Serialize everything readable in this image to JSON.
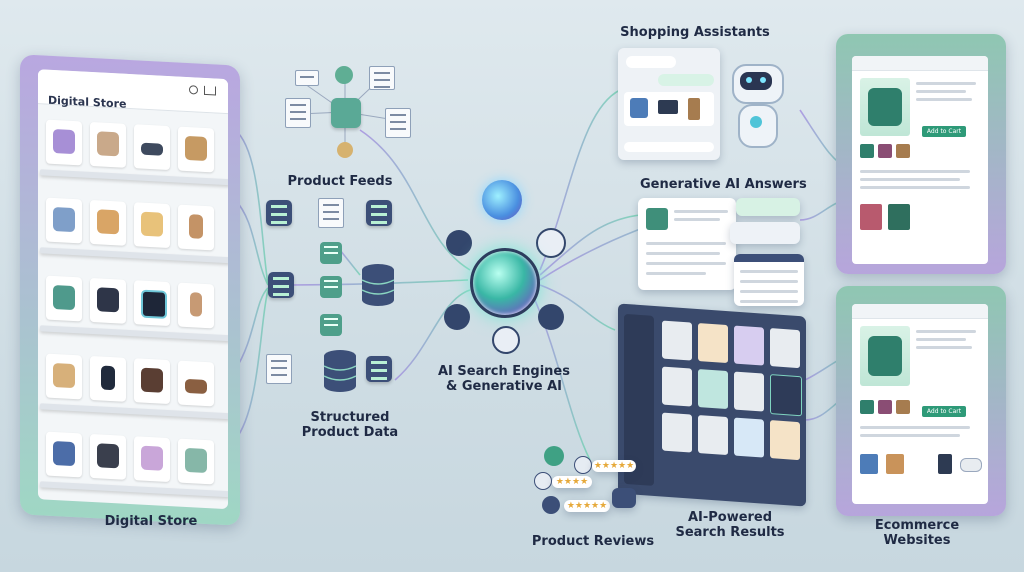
{
  "labels": {
    "shopping_assistants": "Shopping Assistants",
    "product_feeds": "Product Feeds",
    "generative_ai_answers": "Generative AI Answers",
    "ai_search_line1": "AI Search Engines",
    "ai_search_line2": "& Generative AI",
    "structured_line1": "Structured",
    "structured_line2": "Product Data",
    "digital_store": "Digital Store",
    "ai_powered_line1": "AI-Powered",
    "ai_powered_line2": "Search Results",
    "ecommerce_line1": "Ecommerce",
    "ecommerce_line2": "Websites",
    "product_reviews": "Product Reviews"
  },
  "store": {
    "header_title": "Digital Store"
  },
  "websites": {
    "add_to_cart_1": "Add to Cart",
    "add_to_cart_2": "Add to Cart"
  },
  "colors": {
    "navy": "#1f2a44",
    "accent_green": "#2e9a78",
    "accent_purple": "#9d86d8",
    "node_blue": "#3c4f78"
  }
}
